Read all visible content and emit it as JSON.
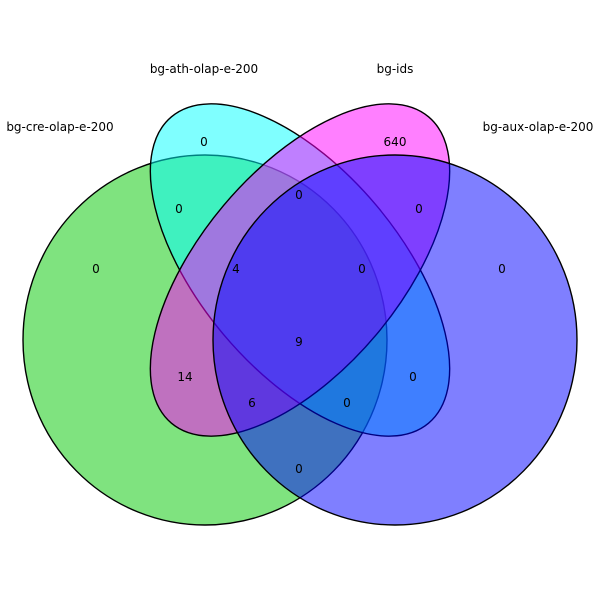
{
  "sets": [
    {
      "id": "cre",
      "name": "bg-cre-olap-e-200",
      "color": "#00c800"
    },
    {
      "id": "ath",
      "name": "bg-ath-olap-e-200",
      "color": "#00ffff"
    },
    {
      "id": "ids",
      "name": "bg-ids",
      "color": "#ff00ff"
    },
    {
      "id": "aux",
      "name": "bg-aux-olap-e-200",
      "color": "#0000ff"
    }
  ],
  "regions": {
    "cre_only": "0",
    "ath_only": "0",
    "ids_only": "640",
    "aux_only": "0",
    "cre_ath": "0",
    "ids_aux": "0",
    "ath_ids": "0",
    "cre_ath_ids": "4",
    "ath_ids_aux": "0",
    "all_four": "9",
    "cre_ids": "14",
    "ath_aux": "0",
    "cre_ids_aux": "6",
    "cre_ath_aux": "0",
    "cre_aux": "0"
  }
}
